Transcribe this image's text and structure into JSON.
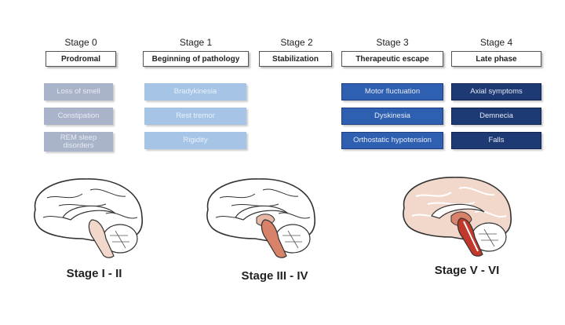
{
  "stages": [
    {
      "label": "Stage 0",
      "phase": "Prodromal",
      "symptoms": [
        "Loss of smell",
        "Constipation",
        "REM sleep disorders"
      ]
    },
    {
      "label": "Stage 1",
      "phase": "Beginning of pathology",
      "symptoms": [
        "Bradykinesia",
        "Rest tremor",
        "Rigidity"
      ]
    },
    {
      "label": "Stage 2",
      "phase": "Stabilization",
      "symptoms": []
    },
    {
      "label": "Stage 3",
      "phase": "Therapeutic escape",
      "symptoms": [
        "Motor fluctuation",
        "Dyskinesia",
        "Orthostatic hypotension"
      ]
    },
    {
      "label": "Stage 4",
      "phase": "Late phase",
      "symptoms": [
        "Axial symptoms",
        "Demnecia",
        "Falls"
      ]
    }
  ],
  "braak": [
    {
      "label": "Stage I - II",
      "highlight": "brainstem-lower"
    },
    {
      "label": "Stage III - IV",
      "highlight": "brainstem-midbrain"
    },
    {
      "label": "Stage V - VI",
      "highlight": "brainstem-cortex"
    }
  ],
  "colors": {
    "stage0_box": "#a9b3c9",
    "stage1_box": "#a6c4e6",
    "stage3_box": "#2f5fb0",
    "stage4_box": "#1d3a74",
    "pathology_light": "#f2d7cb",
    "pathology_mid": "#d9826a",
    "pathology_dark": "#c0392b"
  }
}
